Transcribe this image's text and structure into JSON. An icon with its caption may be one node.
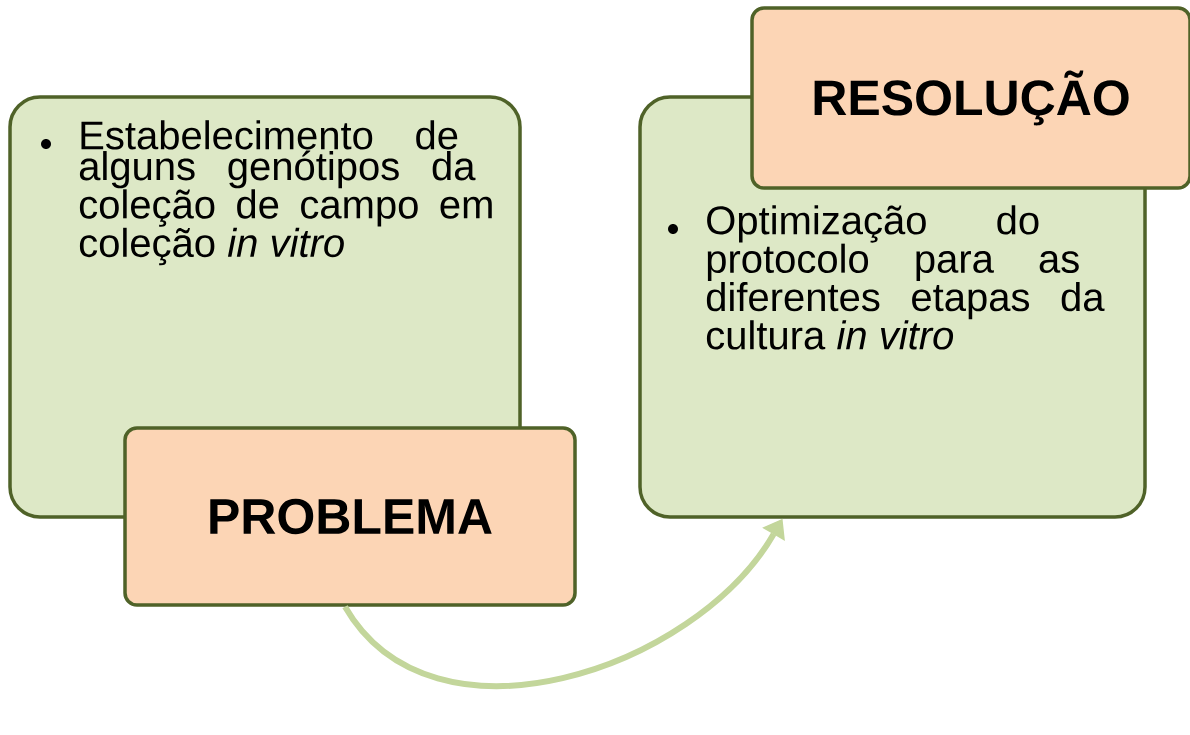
{
  "diagram": {
    "nodes": [
      {
        "text": [
          "Estabelecimento de alguns genótipos da coleção de campo em coleção *in vitro*"
        ]
      },
      {
        "text": [
          "PROBLEMA"
        ]
      },
      {
        "text": [
          "Optimização do protocolo para as diferentes etapas da cultura *in vitro*"
        ]
      },
      {
        "text": [
          "RESOLUÇÃO"
        ]
      }
    ],
    "edges": [
      {
        "from": 1,
        "to": 2,
        "arrow": "to"
      }
    ]
  }
}
